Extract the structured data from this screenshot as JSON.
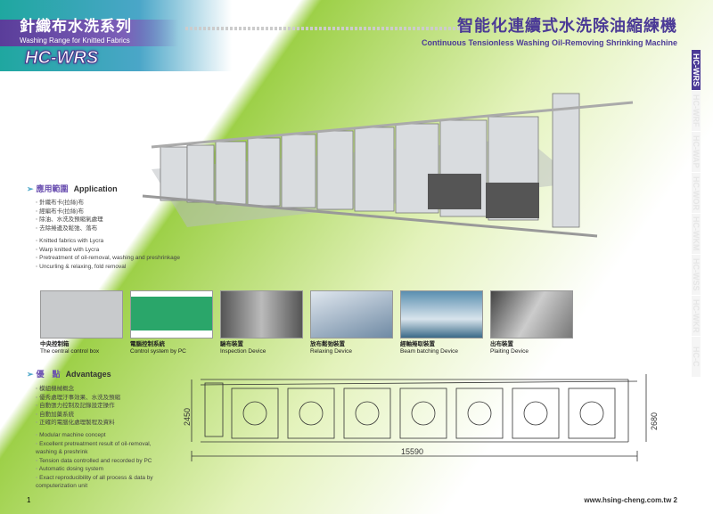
{
  "header": {
    "series_cn": "針織布水洗系列",
    "series_en": "Washing Range for Knitted Fabrics",
    "model": "HC-WRS",
    "title_cn": "智能化連續式水洗除油縮練機",
    "title_en": "Continuous Tensionless Washing Oil-Removing Shrinking Machine"
  },
  "side_tabs": [
    "HC-WRS",
    "HC-WRF",
    "HC-WAP",
    "HC-WOR",
    "HC-WKM",
    "HC-WSS",
    "HC-WKR",
    "HC-C"
  ],
  "application": {
    "title_cn": "應用範圍",
    "title_en": "Application",
    "items_cn": [
      "針織布卡(拉絲)布",
      "經編布卡(拉絲)布",
      "除油、水洗及預縮氣處理",
      "去除捲邊及鬆弛、落布"
    ],
    "items_en": [
      "Knitted fabrics with Lycra",
      "Warp knitted with Lycra",
      "Pretreatment of oil-removal, washing and preshrinkage",
      "Uncurling & relaxing, fold removal"
    ]
  },
  "photos": [
    {
      "cn": "中央控制箱",
      "en": "The central control box",
      "color": "#c8cacc"
    },
    {
      "cn": "電腦控制系統",
      "en": "Control system by PC",
      "color": "#2aa66a"
    },
    {
      "cn": "驗布裝置",
      "en": "Inspection Device",
      "color": "#8a8f95"
    },
    {
      "cn": "放布鬆弛裝置",
      "en": "Relaxing Device",
      "color": "#9ab0c4"
    },
    {
      "cn": "經軸捲取裝置",
      "en": "Beam batching Device",
      "color": "#4f86a8"
    },
    {
      "cn": "出布裝置",
      "en": "Plaiting Device",
      "color": "#9a9a94"
    }
  ],
  "advantages": {
    "title_cn": "優　點",
    "title_en": "Advantages",
    "items_cn": [
      "模組機械概念",
      "優秀處理汙事效果、水洗及預縮",
      "自動張力控制及記錄設定操作",
      "自動加藥系統",
      "正確的電腦化處理製程及資料"
    ],
    "items_en": [
      "Modular machine concept",
      "Excellent pretreatment result of oil-removal, washing & preshrink",
      "Tension data controlled and recorded by PC",
      "Automatic dosing system",
      "Exact reproducibility of all process & data by computerization unit"
    ]
  },
  "drawing": {
    "height_left": "2450",
    "height_right": "2680",
    "length": "15590"
  },
  "footer": {
    "page_left": "1",
    "url_page": "www.hsing-cheng.com.tw  2"
  }
}
